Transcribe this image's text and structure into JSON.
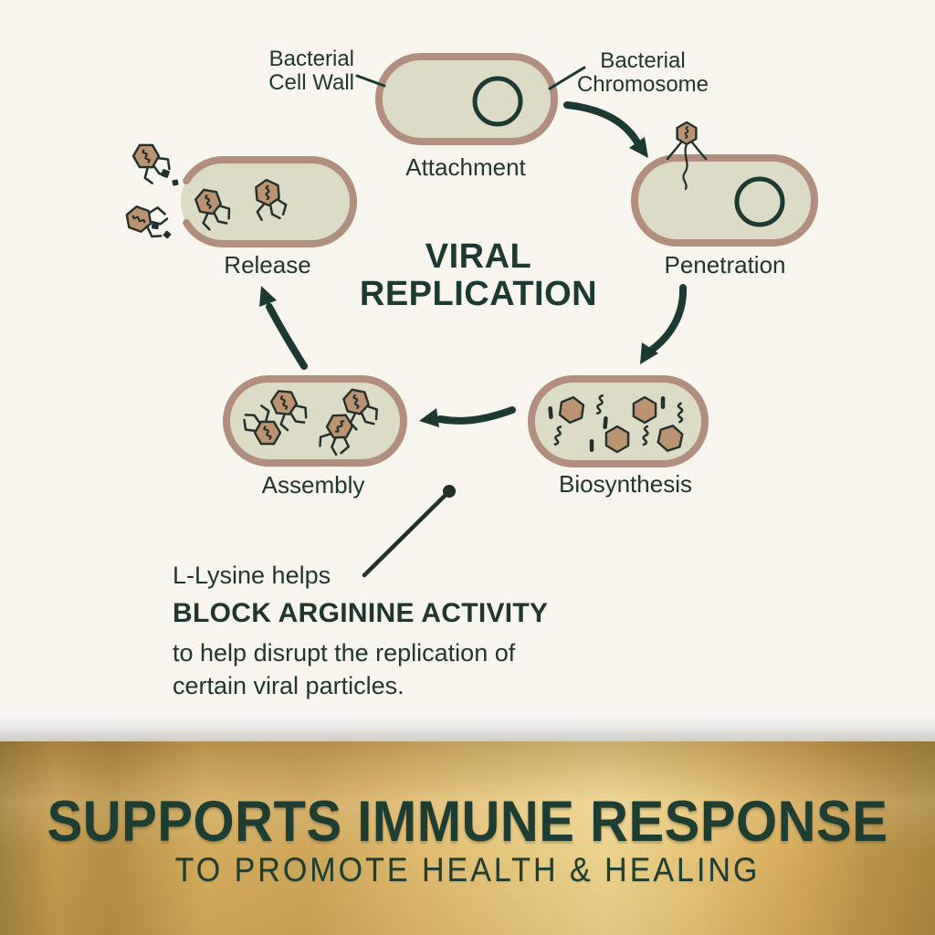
{
  "diagram": {
    "title": "VIRAL\nREPLICATION",
    "labels": {
      "cell_wall": "Bacterial\nCell Wall",
      "chromosome": "Bacterial\nChromosome"
    },
    "stages": {
      "attachment": "Attachment",
      "penetration": "Penetration",
      "biosynthesis": "Biosynthesis",
      "assembly": "Assembly",
      "release": "Release"
    },
    "callout": {
      "line1": "L-Lysine helps",
      "line2": "BLOCK ARGININE ACTIVITY",
      "line3": "to help disrupt the replication of\ncertain viral particles."
    },
    "icons": {
      "bacterium": "capsule-shaped bacterial cell",
      "bacteriophage": "hexagon-head phage with zigzag legs",
      "capsid": "empty hexagon viral capsid",
      "dna_squiggle": "wavy DNA strand",
      "dna_fragment": "short vertical bar"
    }
  },
  "banner": {
    "headline": "SUPPORTS IMMUNE RESPONSE",
    "subheadline": "TO PROMOTE HEALTH & HEALING"
  },
  "colors": {
    "background": "#f7f5ee",
    "cell_fill": "#dcdbc6",
    "cell_border": "#b28e7e",
    "dark_green": "#1d3a32",
    "phage_tan": "#bc9371",
    "gold_dark": "#a08140",
    "gold_light": "#ecd28f",
    "banner_text": "#1e3d33"
  }
}
